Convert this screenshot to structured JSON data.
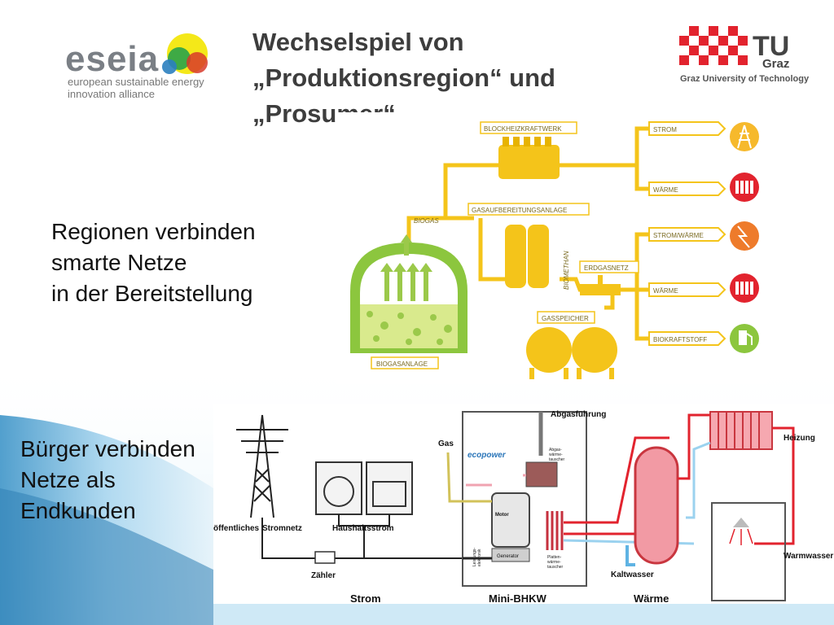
{
  "slide": {
    "title": "Wechselspiel von\n„Produktionsregion“ und\n„Prosumer“",
    "block1": [
      "Regionen verbinden",
      "smarte Netze",
      "in der Bereitstellung"
    ],
    "block2": [
      "Bürger verbinden",
      "Netze als",
      "Endkunden"
    ]
  },
  "logos": {
    "eseia_word": "eseia",
    "eseia_sub": [
      "european sustainable energy",
      "innovation alliance"
    ],
    "tu_big": "TU",
    "tu_small": "Graz",
    "tu_sub": "Graz University of Technology"
  },
  "biogas": {
    "labels": {
      "bhkw": "BLOCKHEIZKRAFTWERK",
      "gasaufbereitung": "GASAUFBEREITUNGSANLAGE",
      "biogas": "BIOGAS",
      "biomethan": "BIOMETHAN",
      "erdgasnetz": "ERDGASNETZ",
      "gasspeicher": "GASSPEICHER",
      "biogasanlage": "BIOGASANLAGE"
    },
    "outputs": [
      "STROM",
      "WÄRME",
      "STROM/WÄRME",
      "WÄRME",
      "BIOKRAFTSTOFF"
    ]
  },
  "chp": {
    "labels": {
      "abgas": "Abgasführung",
      "gas": "Gas",
      "ecopower": "ecopower",
      "abgas_tauscher": [
        "Abgas-",
        "wärme-",
        "tauscher"
      ],
      "motor": "Motor",
      "leistung": [
        "Leistungs-",
        "elektronik"
      ],
      "generator": "Generator",
      "platten": [
        "Platten-",
        "wärme-",
        "tauscher"
      ],
      "heizung": "Heizung",
      "warmwasser": "Warmwasser",
      "kaltwasser": "Kaltwasser",
      "oeffentliches": "öffentliches",
      "stromnetz": "Stromnetz",
      "haushaltsstrom": "Haushaltsstrom",
      "zaehler": "Zähler",
      "strom": "Strom",
      "minibhkw": "Mini-BHKW",
      "waerme": "Wärme"
    }
  },
  "colors": {
    "yellow": "#f4c41a",
    "green": "#8cc63e",
    "red": "#e2232e",
    "blue": "#5fb3e3",
    "title": "#3d3d3d"
  }
}
